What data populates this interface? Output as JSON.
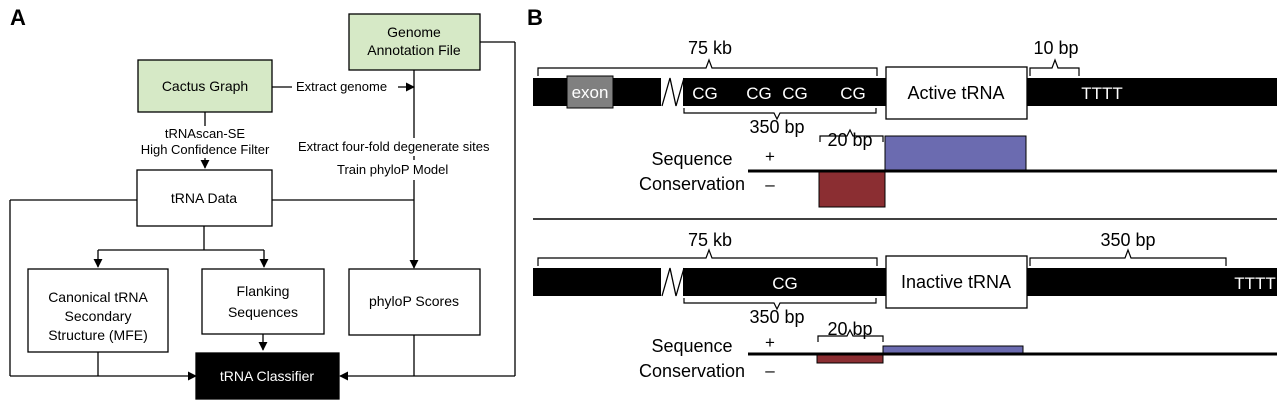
{
  "panel_a": {
    "label": "A",
    "nodes": {
      "genome_annotation": "Genome\nAnnotation File",
      "cactus_graph": "Cactus Graph",
      "trna_data": "tRNA Data",
      "canonical_structure": "Canonical tRNA\nSecondary\nStructure (MFE)",
      "flanking_sequences": "Flanking\nSequences",
      "phylop_scores": "phyloP Scores",
      "trna_classifier": "tRNA Classifier"
    },
    "edges": {
      "extract_genome": "Extract genome",
      "trnascan": "tRNAscan-SE\nHigh Confidence Filter",
      "fourfold": "Extract four-fold degenerate sites",
      "train_phylop": "Train phyloP Model"
    },
    "colors": {
      "green_fill": "#d6e9c6",
      "classifier_fill": "#000000"
    }
  },
  "panel_b": {
    "label": "B",
    "active": {
      "kb_label": "75 kb",
      "exon_label": "exon",
      "cg_labels": [
        "CG",
        "CG",
        "CG",
        "CG"
      ],
      "bp350_label": "350 bp",
      "trna_label": "Active tRNA",
      "bp10_label": "10 bp",
      "tttt_label": "TTTT",
      "bp20_label": "20 bp",
      "plus": "+",
      "minus": "–",
      "seq_cons_label": "Sequence\nConservation"
    },
    "inactive": {
      "kb_label": "75 kb",
      "cg_label": "CG",
      "bp350_label": "350 bp",
      "trna_label": "Inactive tRNA",
      "bp350b_label": "350 bp",
      "tttt_label": "TTTT",
      "bp20_label": "20 bp",
      "plus": "+",
      "minus": "–",
      "seq_cons_label": "Sequence\nConservation"
    },
    "colors": {
      "blue": "#6b6bb0",
      "red": "#8b2e32",
      "exon_gray": "#808080"
    }
  }
}
